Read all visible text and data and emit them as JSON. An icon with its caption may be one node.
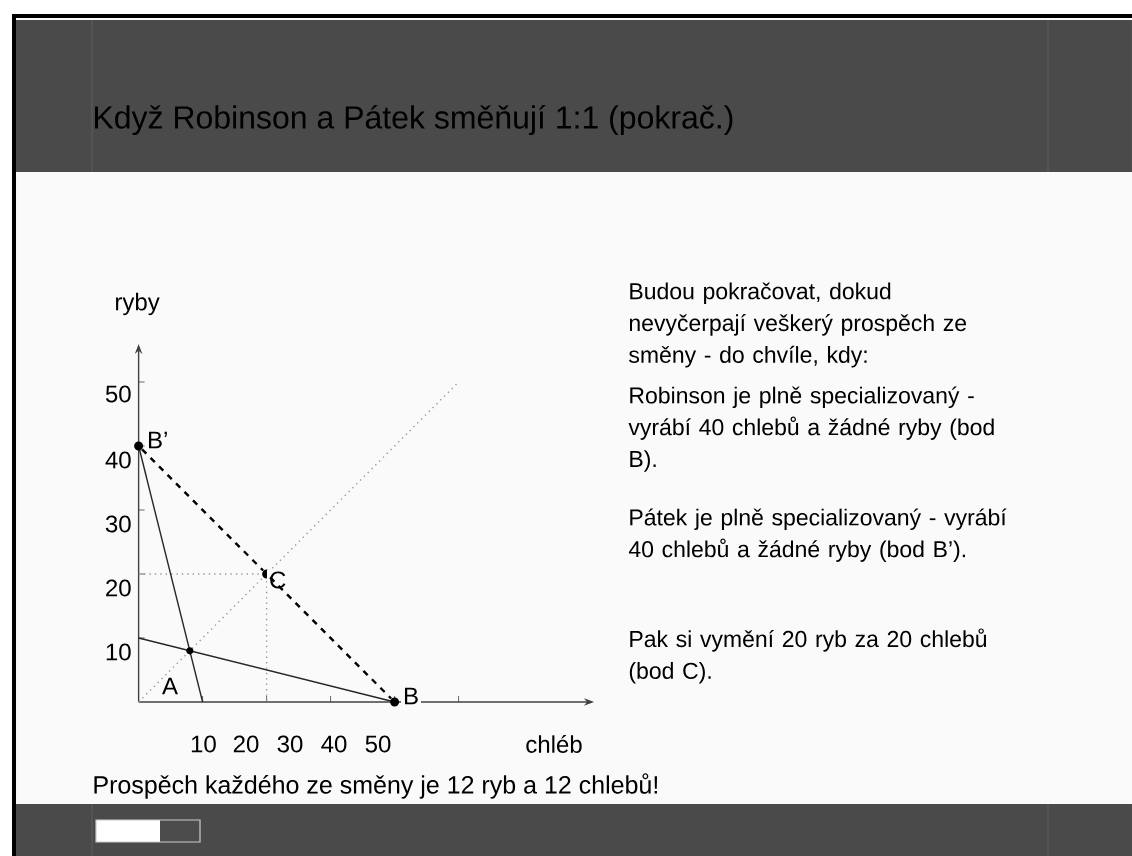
{
  "diagram": {
    "title": "Když Robinson a Pátek směňují 1:1 (pokrač.)",
    "nodes": [
      {
        "text": [
          "B’"
        ]
      },
      {
        "text": [
          "C"
        ]
      },
      {
        "text": [
          "B"
        ]
      }
    ],
    "edges": [
      {
        "from": 0,
        "to": 1,
        "arrow": "none",
        "style": "dashed"
      },
      {
        "from": 1,
        "to": 2,
        "arrow": "none",
        "style": "dashed"
      }
    ],
    "labels": [
      "ryby",
      "50",
      "40",
      "30",
      "20",
      "10",
      "A",
      "10",
      "20",
      "30",
      "40",
      "50",
      "chléb",
      "Budou pokračovat, dokud nevyčerpají veškerý prospěch ze směny - do chvíle, kdy:",
      "Robinson je plně specializovaný - vyrábí 40 chlebů a žádné ryby (bod B).",
      "Pátek je plně specializovaný - vyrábí 40 chlebů a žádné ryby (bod B’).",
      "Pak si vymění 20 ryb za 20 chlebů (bod C).",
      "Prospěch každého ze směny je 12 ryb a 12 chlebů!"
    ]
  }
}
